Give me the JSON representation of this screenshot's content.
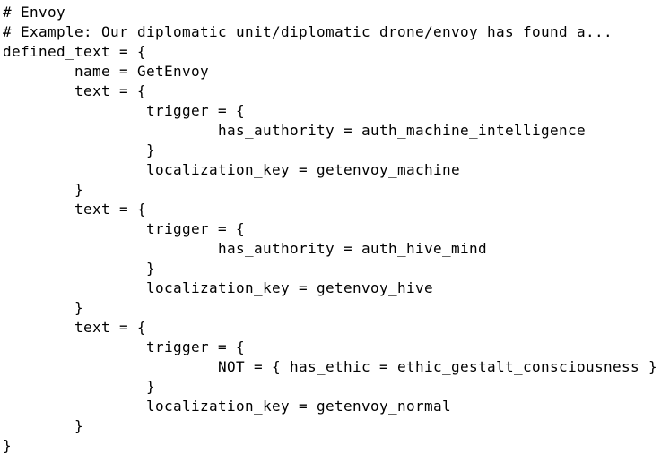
{
  "code": {
    "lines": [
      "# Envoy",
      "# Example: Our diplomatic unit/diplomatic drone/envoy has found a...",
      "defined_text = {",
      "\tname = GetEnvoy",
      "\ttext = {",
      "\t\ttrigger = {",
      "\t\t\thas_authority = auth_machine_intelligence",
      "\t\t}",
      "\t\tlocalization_key = getenvoy_machine",
      "\t}",
      "\ttext = {",
      "\t\ttrigger = {",
      "\t\t\thas_authority = auth_hive_mind",
      "\t\t}",
      "\t\tlocalization_key = getenvoy_hive",
      "\t}",
      "\ttext = {",
      "\t\ttrigger = {",
      "\t\t\tNOT = { has_ethic = ethic_gestalt_consciousness }",
      "\t\t}",
      "\t\tlocalization_key = getenvoy_normal",
      "\t}",
      "}"
    ]
  }
}
